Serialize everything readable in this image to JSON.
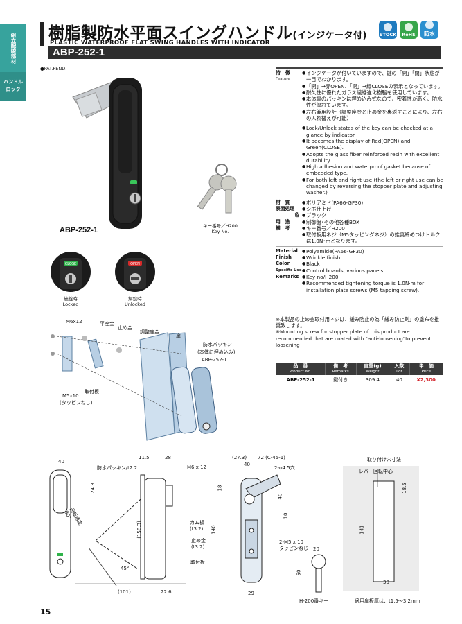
{
  "sidebar": {
    "category": "組立配線部材",
    "section": "ハンドル\nロック"
  },
  "header": {
    "title_jp": "樹脂製防水平面スイングハンドル",
    "title_jp_sub": "(インジケータ付)",
    "title_en": "PLASTIC WATERPROOF FLAT SWING HANDLES WITH INDICATOR",
    "model": "ABP-252-1",
    "badges": [
      {
        "label": "STOCK",
        "icon": "stock-icon"
      },
      {
        "label": "RoHS",
        "icon": "rohs-icon"
      },
      {
        "label": "防水",
        "icon": "waterproof-icon"
      }
    ]
  },
  "images": {
    "pat_pend": "●PAT.PEND.",
    "product_label": "ABP-252-1",
    "key_caption_jp": "キー番号／H200",
    "key_caption_en": "Key No.",
    "locked_jp": "施錠時",
    "locked_en": "Locked",
    "unlocked_jp": "解錠時",
    "unlocked_en": "Unlocked",
    "indicator_close": "CLOSE",
    "indicator_open": "OPEN"
  },
  "exploded": {
    "m6x12": "M6x12",
    "hiragane": "平座金",
    "tomegane": "止め金",
    "chosei": "調整座金",
    "tobira": "扉",
    "packing": "防水パッキン",
    "packing_note": "(本体に埋め込み)",
    "body": "ABP-252-1",
    "toritsuke": "取付板",
    "m5x10": "M5x10",
    "tapping": "(タッピンねじ)"
  },
  "spec": {
    "feature_key": "特　徴",
    "feature_key_en": "Feature",
    "features_jp": [
      "インジケータが付いていますので、鍵の「開」「閉」状態が一目でわかります。",
      "「開」→赤OPEN、「閉」→緑CLOSEの表示となっています。",
      "耐久性に優れたガラス繊維強化樹脂を使用しています。",
      "本体裏のパッキンは埋め込み式なので、密着性が高く、防水性が優れています。",
      "左右兼用設計（調整座金と止め金を裏返すことにより、左右の入れ替えが可能）"
    ],
    "features_en": [
      "Lock/Unlock states of the key can be checked at a glance by indicator.",
      "It becomes the display of Red(OPEN) and Green(CLOSE).",
      "Adopts the glass fiber reinforced resin with excellent durability.",
      "High adhesion and waterproof gasket because of embedded type.",
      "For both left and right use (the left or right use can be changed by reversing the stopper plate and adjusting washer.)"
    ],
    "jp_props": [
      {
        "k": "材　質",
        "v": "ポリアミド(PA66-GF30)"
      },
      {
        "k": "表面処理",
        "v": "シボ仕上げ"
      },
      {
        "k": "色",
        "v": "ブラック"
      },
      {
        "k": "用　途",
        "v": "制御盤･その他各種BOX"
      },
      {
        "k": "備　考",
        "v": "キー番号／H200"
      },
      {
        "k": "",
        "v": "取付板用ネジ（M5タッピングネジ）の推奨締めつけトルクは1.0N･mとなります。"
      }
    ],
    "en_props": [
      {
        "k": "Material",
        "v": "Polyamide(PA66-GF30)"
      },
      {
        "k": "Finish",
        "v": "Wrinkle finish"
      },
      {
        "k": "Color",
        "v": "Black"
      },
      {
        "k": "Specific Use",
        "v": "Control boards, various panels"
      },
      {
        "k": "Remarks",
        "v": "Key no/H200"
      },
      {
        "k": "",
        "v": "Recommended tightening torque is 1.0N·m for installation plate screws (M5 tapping screw)."
      }
    ]
  },
  "notes": {
    "jp": "※本製品の止め金取付用ネジは、緩み防止の為「緩み防止剤」の塗布を推奨致します。",
    "en": "※Mounting screw for stopper plate of this product are recommended that are coated with \"anti-loosening\"to prevent loosening"
  },
  "price_table": {
    "headers": [
      {
        "jp": "品　番",
        "en": "Product No."
      },
      {
        "jp": "備　考",
        "en": "Remarks"
      },
      {
        "jp": "自重(g)",
        "en": "Weight"
      },
      {
        "jp": "入数",
        "en": "Lot"
      },
      {
        "jp": "単　価",
        "en": "Price"
      }
    ],
    "rows": [
      {
        "product": "ABP-252-1",
        "remarks": "鍵付き",
        "weight": "309.4",
        "lot": "40",
        "price": "¥2,300"
      }
    ]
  },
  "drawing": {
    "d40": "40",
    "d11_5": "11.5",
    "d28": "28",
    "packing": "防水パッキン/t2.2",
    "m6x12": "M6 x 12",
    "d24_3": "24.3",
    "angle90": "回転角度\n90°",
    "d158_3": "(158.3)",
    "cam": "カム板\n(t3.2)",
    "stopper": "止め金\n(t3.2)",
    "mount": "取付板",
    "d45": "45°",
    "d101": "(101)",
    "d22_6": "22.6",
    "d27_3": "(27.3)",
    "d72": "72 (C-45-1)",
    "d40b": "40",
    "hole": "2-φ4.5穴",
    "d18": "18",
    "d40c": "40",
    "d10": "10",
    "d140": "140",
    "m5": "2-M5 x 10\nタッピンねじ",
    "d29": "29",
    "d20": "20",
    "d50": "50",
    "key_h200": "H-200番キー",
    "cutout_title": "取り付け穴寸法",
    "lever_center": "レバー回転中心",
    "d18_5": "18.5",
    "d141": "141",
    "d30": "30",
    "plate_thickness": "適用扉板厚は、t1.5～3.2mm"
  },
  "page": {
    "number": "15"
  }
}
